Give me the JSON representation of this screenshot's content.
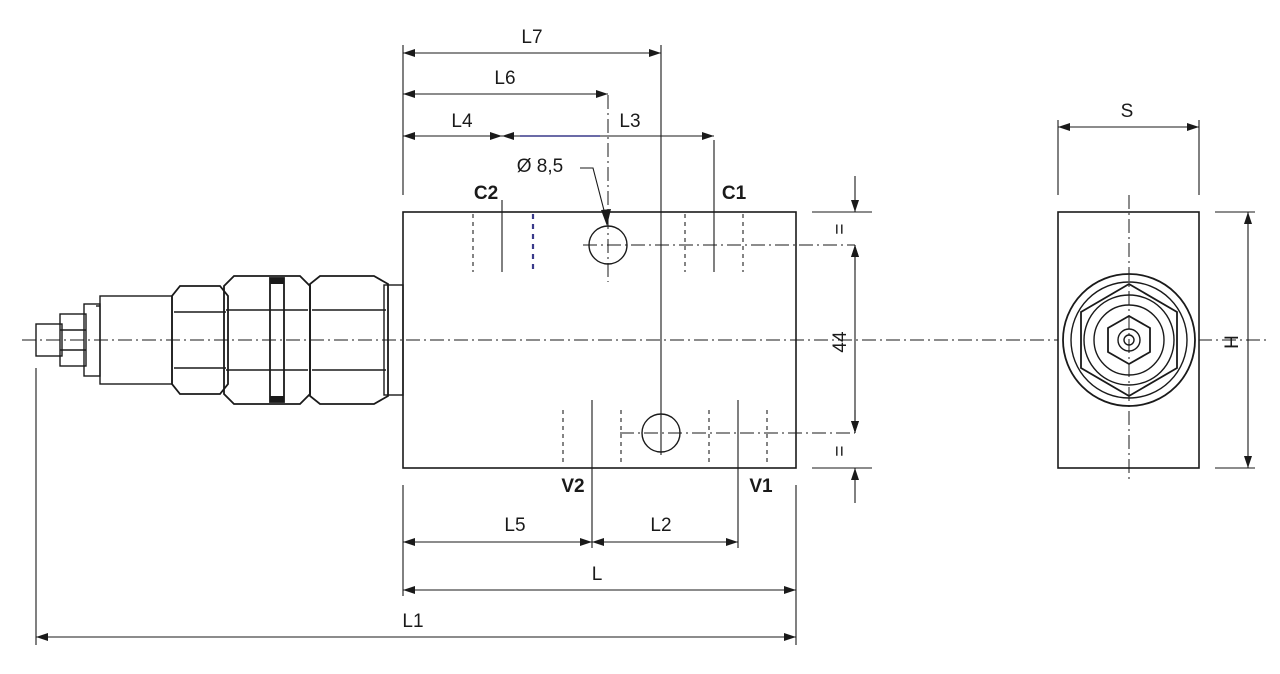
{
  "dimensions": {
    "L7": "L7",
    "L6": "L6",
    "L4": "L4",
    "L3": "L3",
    "L5": "L5",
    "L2": "L2",
    "L": "L",
    "L1": "L1",
    "height_44": "44",
    "S": "S",
    "H": "H",
    "equal_top": "=",
    "equal_bottom": "="
  },
  "hole": {
    "diameter_label": "Ø 8,5"
  },
  "ports": {
    "C1": "C1",
    "C2": "C2",
    "V1": "V1",
    "V2": "V2"
  }
}
